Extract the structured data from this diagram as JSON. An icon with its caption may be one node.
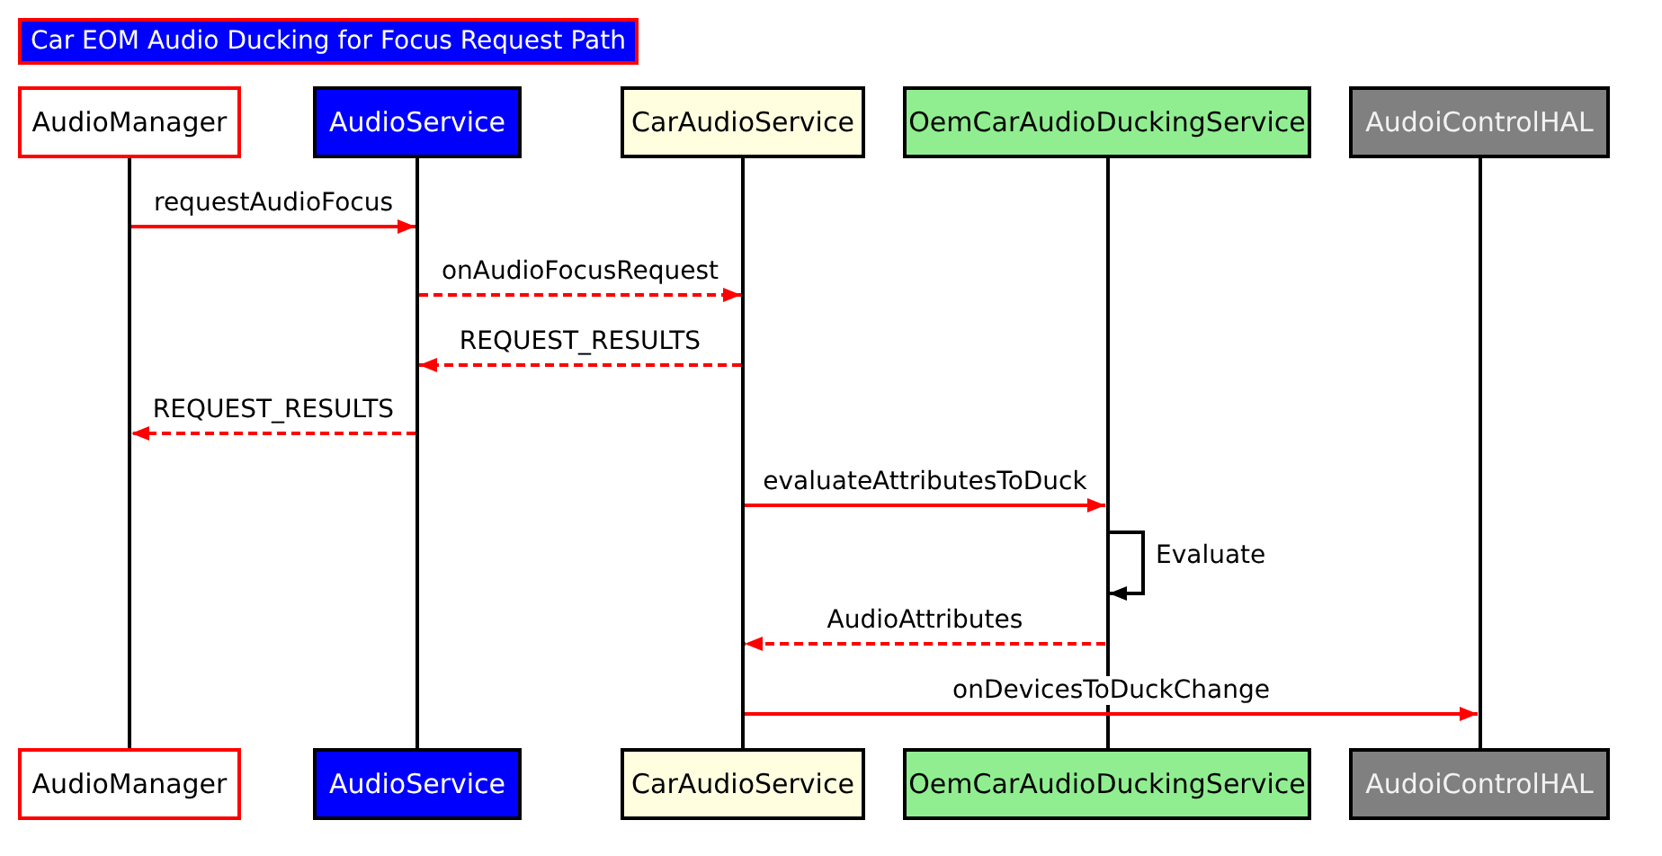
{
  "diagram": {
    "title": "Car EOM Audio Ducking for Focus Request Path",
    "nodes": [
      {
        "text": [
          "AudioManager"
        ]
      },
      {
        "text": [
          "AudioService"
        ]
      },
      {
        "text": [
          "CarAudioService"
        ]
      },
      {
        "text": [
          "OemCarAudioDuckingService"
        ]
      },
      {
        "text": [
          "AudoiControlHAL"
        ]
      },
      {
        "text": [],
        "shape": "line"
      },
      {
        "text": [],
        "shape": "line"
      },
      {
        "text": [],
        "shape": "line"
      },
      {
        "text": [],
        "shape": "line"
      },
      {
        "text": [],
        "shape": "line"
      },
      {
        "text": [
          "AudioManager"
        ]
      },
      {
        "text": [
          "AudioService"
        ]
      },
      {
        "text": [
          "CarAudioService"
        ]
      },
      {
        "text": [
          "OemCarAudioDuckingService"
        ]
      },
      {
        "text": [
          "AudoiControlHAL"
        ]
      }
    ],
    "edges": [
      {
        "from": 5,
        "to": 6,
        "arrow": "to",
        "label": "requestAudioFocus"
      },
      {
        "from": 6,
        "to": 7,
        "arrow": "to",
        "label": "onAudioFocusRequest",
        "style": "dashed"
      },
      {
        "from": 7,
        "to": 6,
        "arrow": "to",
        "label": "REQUEST_RESULTS",
        "style": "dashed"
      },
      {
        "from": 6,
        "to": 5,
        "arrow": "to",
        "label": "REQUEST_RESULTS",
        "style": "dashed"
      },
      {
        "from": 7,
        "to": 8,
        "arrow": "to",
        "label": "evaluateAttributesToDuck"
      },
      {
        "from": 8,
        "to": 8,
        "arrow": "to",
        "label": "Evaluate",
        "color": "#000000"
      },
      {
        "from": 8,
        "to": 7,
        "arrow": "to",
        "label": "AudioAttributes",
        "style": "dashed"
      },
      {
        "from": 7,
        "to": 9,
        "arrow": "to",
        "label": "onDevicesToDuckChange"
      }
    ]
  }
}
